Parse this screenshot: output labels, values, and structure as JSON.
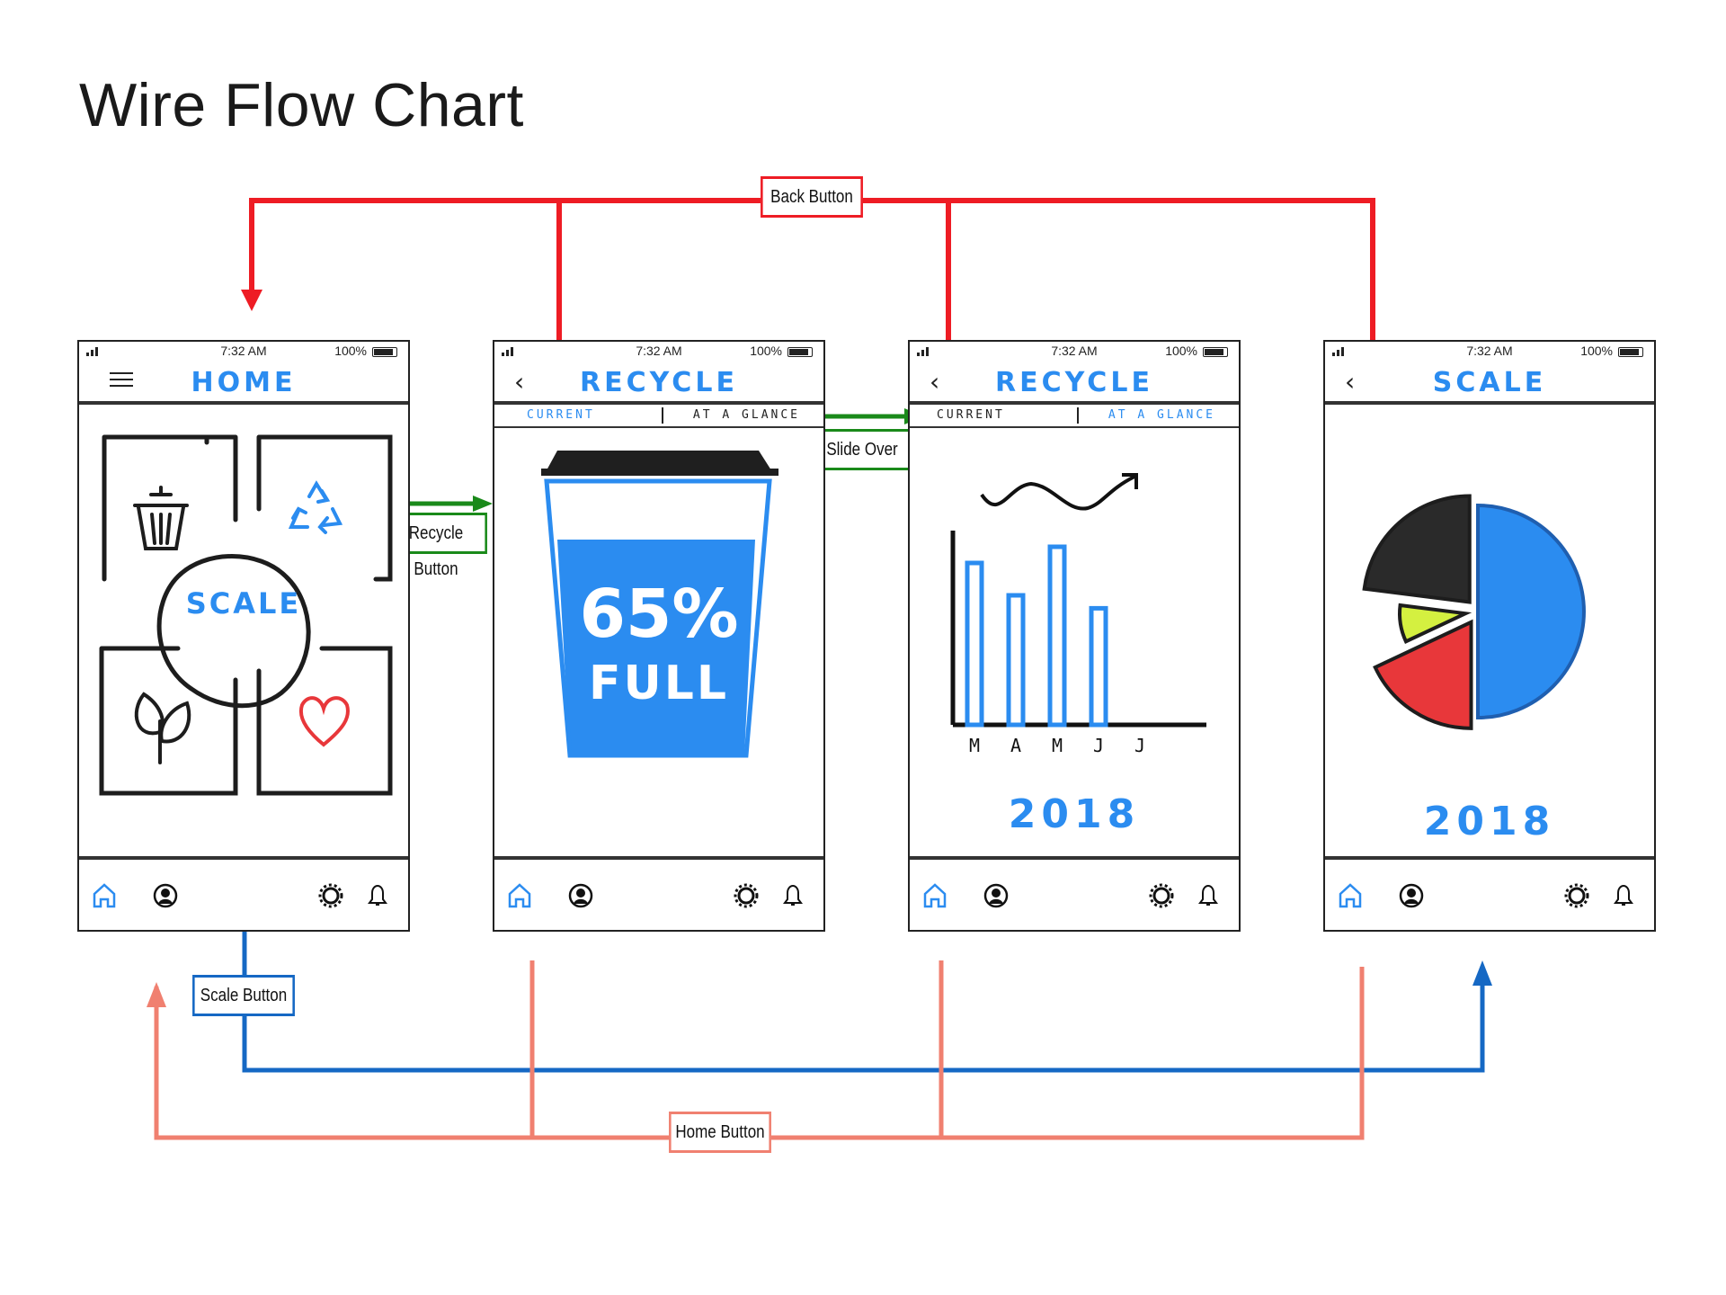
{
  "title": "Wire Flow Chart",
  "flow_labels": {
    "back": "Back Button",
    "recycle": "Recycle Button",
    "slide": "Slide Over",
    "scale": "Scale Button",
    "home": "Home Button"
  },
  "status_bar": {
    "time": "7:32 AM",
    "battery": "100%"
  },
  "screens": [
    {
      "title": "HOME",
      "center_button": "SCALE"
    },
    {
      "title": "RECYCLE",
      "tabs": [
        "CURRENT",
        "AT A GLANCE"
      ],
      "fill_text": "65%",
      "fill_sub": "FULL",
      "fill_level": 0.65
    },
    {
      "title": "RECYCLE",
      "tabs": [
        "CURRENT",
        "AT A GLANCE"
      ],
      "year": "2018"
    },
    {
      "title": "SCALE",
      "year": "2018"
    }
  ],
  "chart_data": {
    "type": "bar",
    "categories": [
      "M",
      "A",
      "M",
      "J",
      "J"
    ],
    "values": [
      5,
      4,
      5.5,
      3.6,
      0
    ],
    "title": "",
    "xlabel": "",
    "ylabel": ""
  },
  "pie_data": {
    "type": "pie",
    "values": [
      50,
      18,
      9,
      23
    ],
    "colors": [
      "#2b8cf0",
      "#e8373a",
      "#d4f040",
      "#2a2a2a"
    ]
  },
  "colors": {
    "back": "#ee1c24",
    "recycle": "#1a8a1a",
    "scale": "#1568c4",
    "home": "#f08070",
    "accent": "#2b8cf0"
  },
  "icons": [
    "trash-icon",
    "recycle-icon",
    "leaf-icon",
    "heart-icon",
    "home-icon",
    "profile-icon",
    "gear-icon",
    "bell-icon",
    "back-chevron-icon",
    "menu-icon"
  ]
}
